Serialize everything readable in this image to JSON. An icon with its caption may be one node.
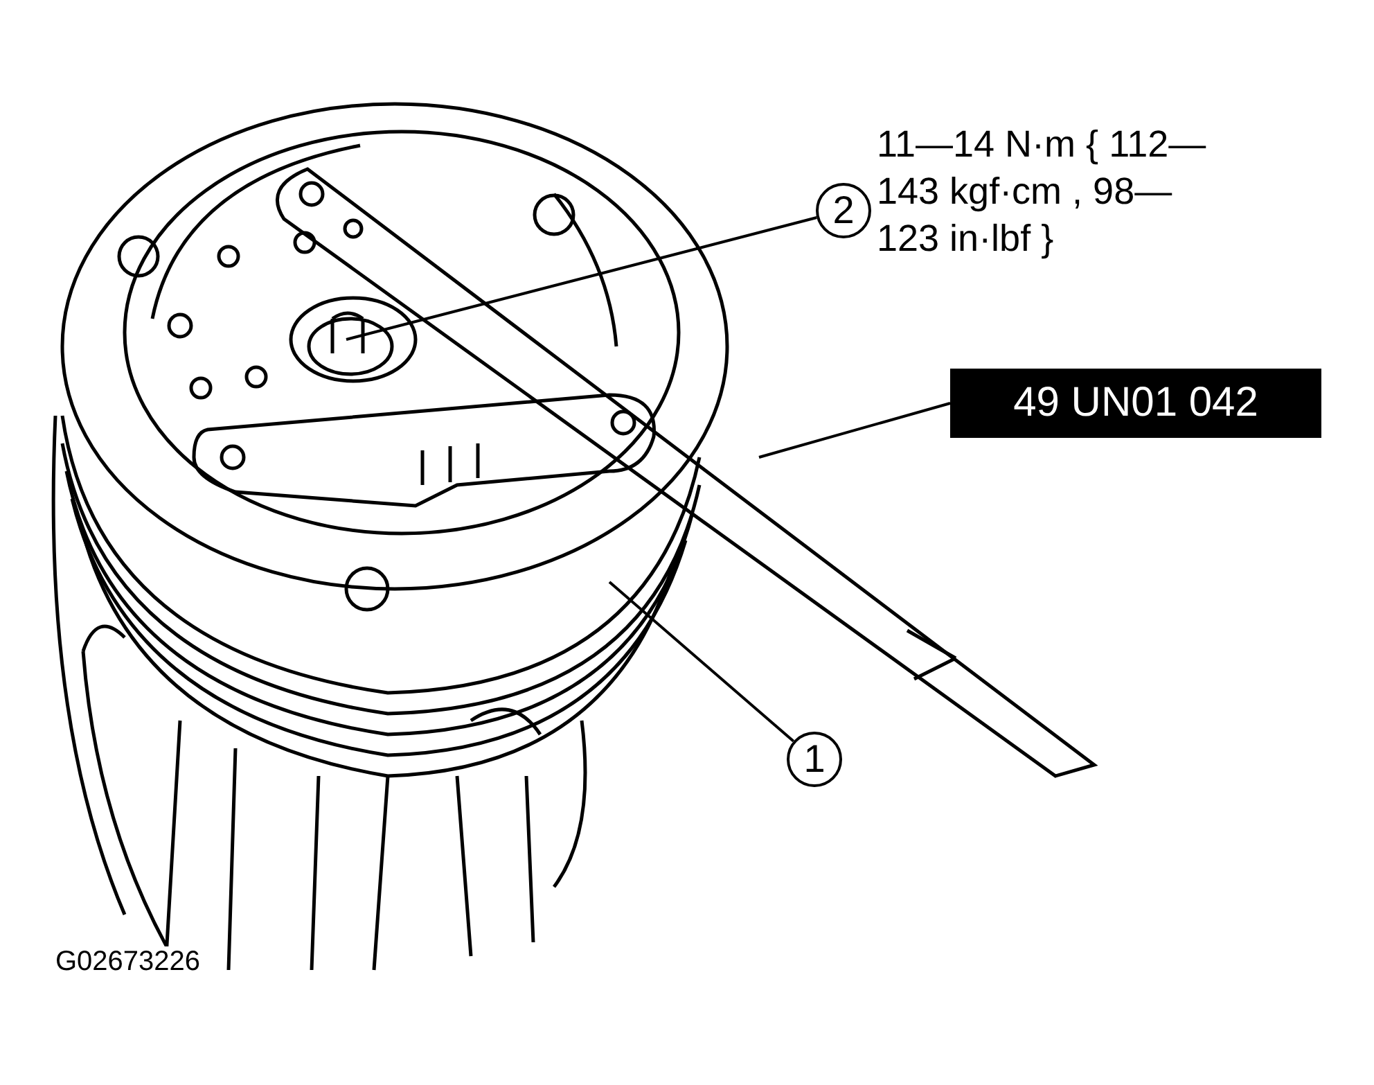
{
  "diagram": {
    "nodes": [
      {
        "text": [
          "2"
        ],
        "beside": [
          "11—14 N·m { 112—143 kgf·cm , 98—123 in·lbf }"
        ]
      },
      {
        "text": [
          "1"
        ]
      },
      {
        "text": [
          "49 UN01 042"
        ]
      }
    ],
    "edges": [
      {
        "from": 0,
        "to": null,
        "arrow": "none"
      },
      {
        "from": 1,
        "to": null,
        "arrow": "none"
      },
      {
        "from": 2,
        "to": null,
        "arrow": "none"
      }
    ],
    "labels": [
      "G02673226"
    ]
  }
}
